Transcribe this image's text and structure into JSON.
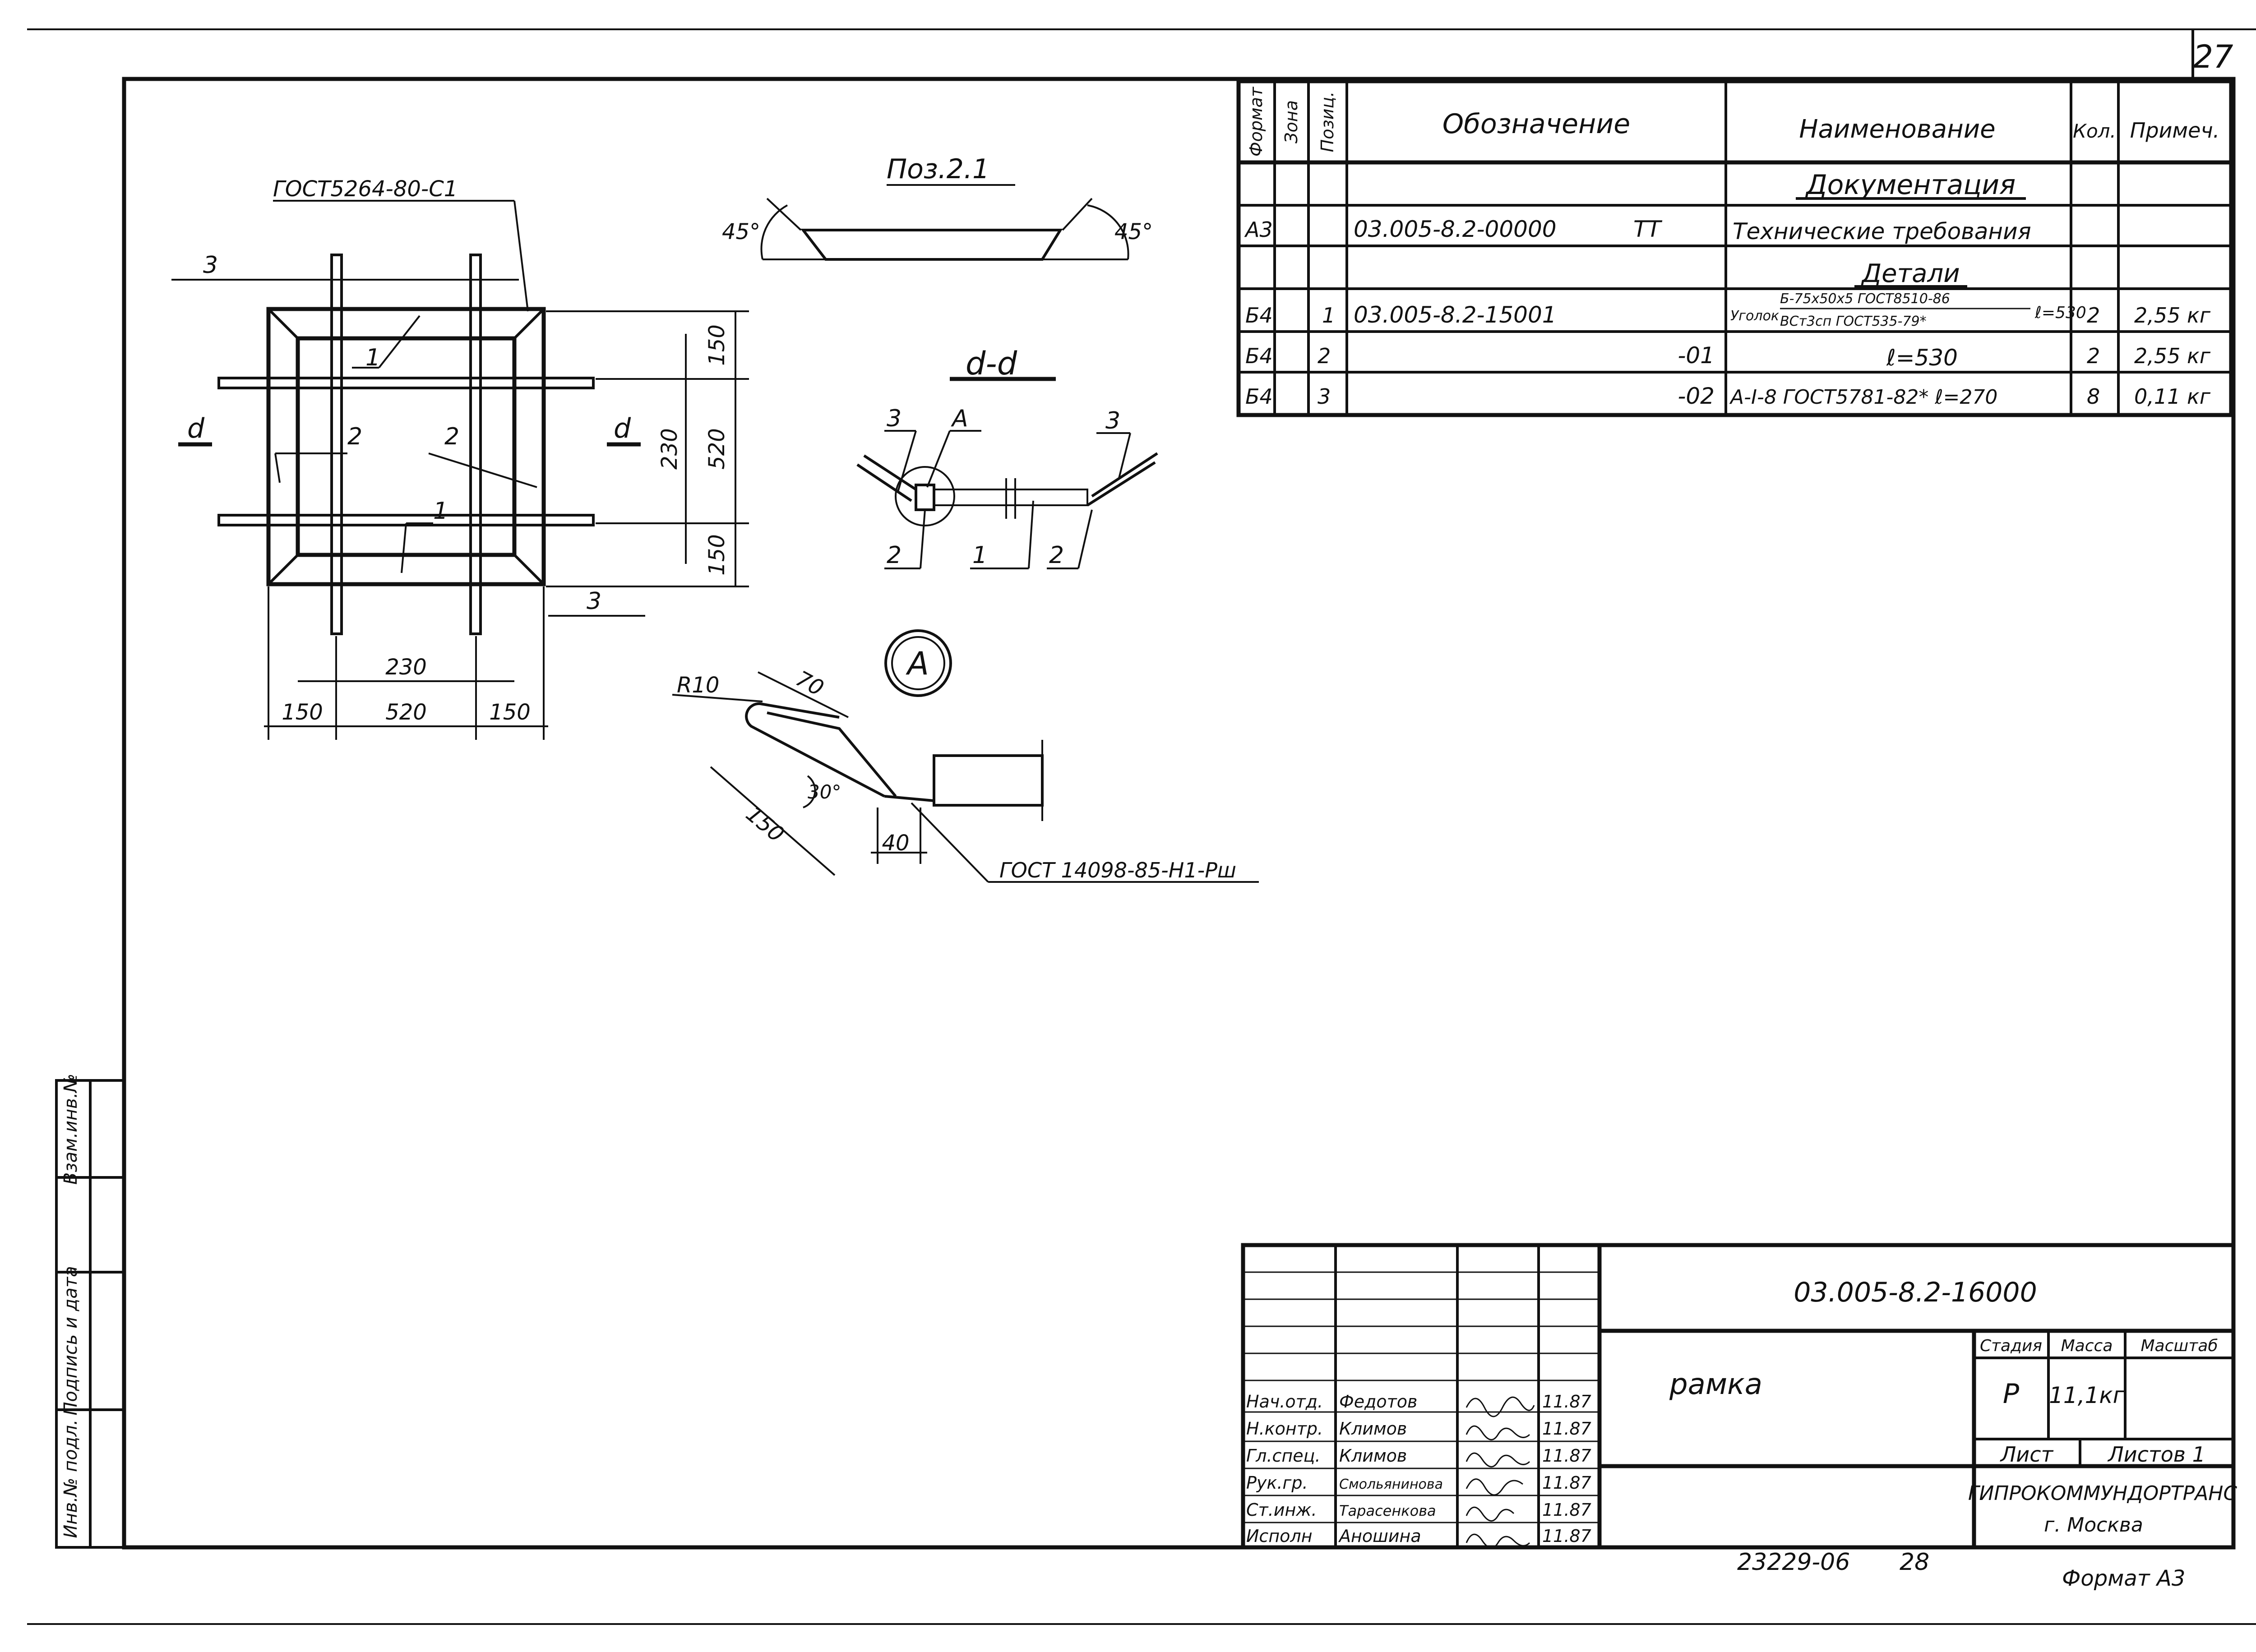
{
  "sheet": {
    "page_number": "27",
    "footer_code": "23229-06",
    "footer_page": "28",
    "format_label": "Формат А3"
  },
  "drawing": {
    "pos_title": "Поз.2.1",
    "angle_left": "45°",
    "angle_right": "45°",
    "section_title": "d-d",
    "gost_weld_top": "ГОСТ5264-80-С1",
    "gost_weld_bottom": "ГОСТ 14098-85-Н1-Рш",
    "detail_marker": "А",
    "section_mark": "d",
    "labels": {
      "one": "1",
      "two": "2",
      "three": "3",
      "a": "А"
    },
    "dims": {
      "d150": "150",
      "d520": "520",
      "d230": "230",
      "r10": "R10",
      "d70": "70",
      "d30": "30°",
      "d40": "40"
    }
  },
  "spec_table": {
    "headers": {
      "format": "Формат",
      "zone": "Зона",
      "pos": "Позиц.",
      "designation": "Обозначение",
      "name": "Наименование",
      "qty": "Кол.",
      "note": "Примеч."
    },
    "section_docs": "Документация",
    "section_parts": "Детали",
    "rows": [
      {
        "format": "А3",
        "pos": "",
        "designation": "03.005-8.2-00000",
        "suffix": "ТТ",
        "name": "Технические требования",
        "qty": "",
        "note": ""
      },
      {
        "format": "Б4",
        "pos": "1",
        "designation": "03.005-8.2-15001",
        "suffix": "",
        "name_prefix": "Уголок",
        "name_top": "Б-75х50х5 ГОСТ8510-86",
        "name_bottom": "ВСт3сп ГОСТ535-79*",
        "name_len": "ℓ=530",
        "qty": "2",
        "note": "2,55 кг"
      },
      {
        "format": "Б4",
        "pos": "2",
        "designation": "-01",
        "suffix": "",
        "name": "ℓ=530",
        "qty": "2",
        "note": "2,55 кг"
      },
      {
        "format": "Б4",
        "pos": "3",
        "designation": "-02",
        "suffix": "",
        "name": "А-I-8 ГОСТ5781-82* ℓ=270",
        "qty": "8",
        "note": "0,11 кг"
      }
    ]
  },
  "title_block": {
    "doc_code": "03.005-8.2-16000",
    "title": "рамка",
    "stage_header": "Стадия",
    "mass_header": "Масса",
    "scale_header": "Масштаб",
    "stage": "Р",
    "mass": "11,1кг",
    "sheet_label": "Лист",
    "sheets_label": "Листов 1",
    "org": "ГИПРОКОММУНДОРТРАНС",
    "city": "г. Москва",
    "signers": [
      {
        "role": "Нач.отд.",
        "name": "Федотов",
        "date": "11.87"
      },
      {
        "role": "Н.контр.",
        "name": "Климов",
        "date": "11.87"
      },
      {
        "role": "Гл.спец.",
        "name": "Климов",
        "date": "11.87"
      },
      {
        "role": "Рук.гр.",
        "name": "Смольянинова",
        "date": "11.87"
      },
      {
        "role": "Ст.инж.",
        "name": "Тарасенкова",
        "date": "11.87"
      },
      {
        "role": "Исполн",
        "name": "Аношина",
        "date": "11.87"
      }
    ]
  },
  "side_stamp": {
    "inv_podl": "Инв.№ подл.",
    "podpis": "Подпись и дата",
    "vzam": "Взам.инв.№"
  }
}
